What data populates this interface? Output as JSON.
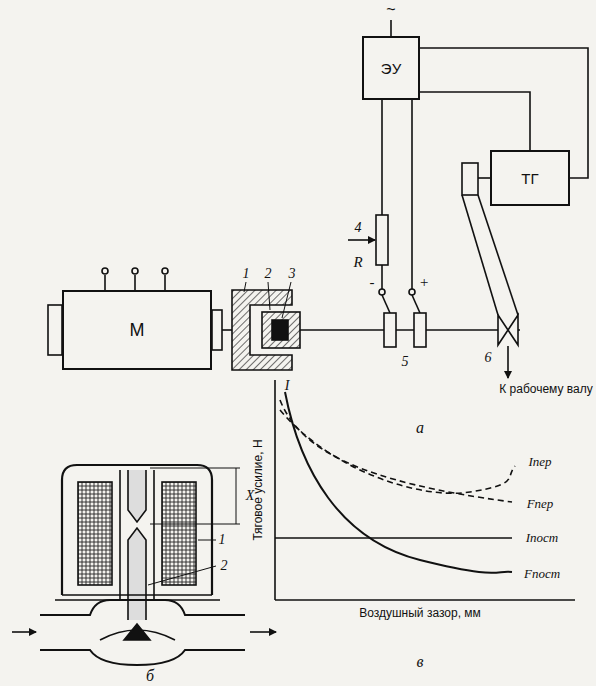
{
  "diagram": {
    "nodes": [
      {
        "text": [
          "ЭУ"
        ]
      },
      {
        "text": [
          "ТГ"
        ]
      },
      {
        "text": [
          "M"
        ]
      }
    ],
    "edges": [
      {
        "from": 0,
        "to": 1,
        "arrow": "none"
      },
      {
        "from": 0,
        "to": 1,
        "arrow": "none"
      }
    ],
    "labels": [
      "~",
      "4",
      "R",
      "-",
      "+",
      "1",
      "2",
      "3",
      "5",
      "6",
      "К рабочему валу",
      "а",
      "1",
      "2",
      "X",
      "б",
      "I",
      "Тяговое усилие, Н",
      "Iпер",
      "Fпер",
      "Iпост",
      "Fпост",
      "Воздушный зазор, мм",
      "в"
    ]
  }
}
